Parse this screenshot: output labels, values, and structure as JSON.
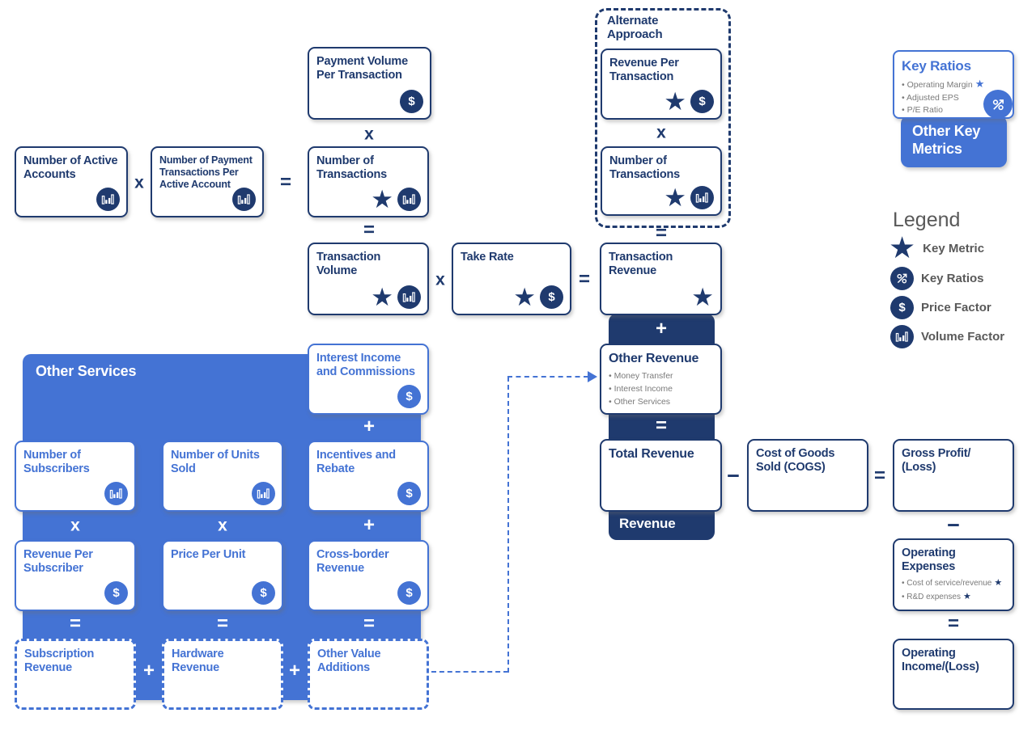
{
  "colors": {
    "navy": "#1f3a6e",
    "blue": "#4473d4",
    "bullet_gray": "#7a7a7a",
    "legend_text": "#595959",
    "background": "#ffffff"
  },
  "operators": {
    "multiply": "x",
    "equals": "=",
    "plus": "+",
    "minus": "−"
  },
  "icons": {
    "star": "★",
    "dollar": "$",
    "percent": "%",
    "volume": "bar-chart"
  },
  "flow": {
    "payment_volume": "Payment Volume Per Transaction",
    "active_accounts": "Number of Active Accounts",
    "tx_per_account": "Number of Payment Transactions Per Active Account",
    "number_of_transactions": "Number of Transactions",
    "transaction_volume": "Transaction Volume",
    "take_rate": "Take Rate",
    "transaction_revenue": "Transaction Revenue",
    "other_revenue": {
      "title": "Other Revenue",
      "bullets": [
        "Money Transfer",
        "Interest Income",
        "Other Services"
      ]
    },
    "total_revenue": "Total Revenue",
    "revenue_label": "Revenue",
    "cogs": "Cost of Goods Sold (COGS)",
    "gross_profit": "Gross Profit/ (Loss)",
    "operating_expenses": {
      "title": "Operating Expenses",
      "bullets": [
        "Cost of service/revenue",
        "R&D expenses"
      ]
    },
    "operating_income": "Operating Income/(Loss)"
  },
  "alternate": {
    "label": "Alternate Approach",
    "revenue_per_transaction": "Revenue Per Transaction",
    "number_of_transactions": "Number of Transactions"
  },
  "other_services": {
    "title": "Other Services",
    "number_of_subscribers": "Number of Subscribers",
    "number_of_units_sold": "Number of Units Sold",
    "interest_income_and_commissions": "Interest Income and Commissions",
    "incentives_and_rebate": "Incentives and Rebate",
    "cross_border_revenue": "Cross-border Revenue",
    "revenue_per_subscriber": "Revenue Per Subscriber",
    "price_per_unit": "Price Per Unit",
    "subscription_revenue": "Subscription Revenue",
    "hardware_revenue": "Hardware Revenue",
    "other_value_additions": "Other Value Additions"
  },
  "key_ratios": {
    "title": "Key Ratios",
    "bullets": [
      "Operating Margin",
      "Adjusted EPS",
      "P/E Ratio"
    ]
  },
  "other_key_metrics": {
    "label": "Other Key Metrics"
  },
  "legend": {
    "title": "Legend",
    "items": [
      {
        "label": "Key Metric"
      },
      {
        "label": "Key Ratios"
      },
      {
        "label": "Price Factor"
      },
      {
        "label": "Volume Factor"
      }
    ]
  }
}
